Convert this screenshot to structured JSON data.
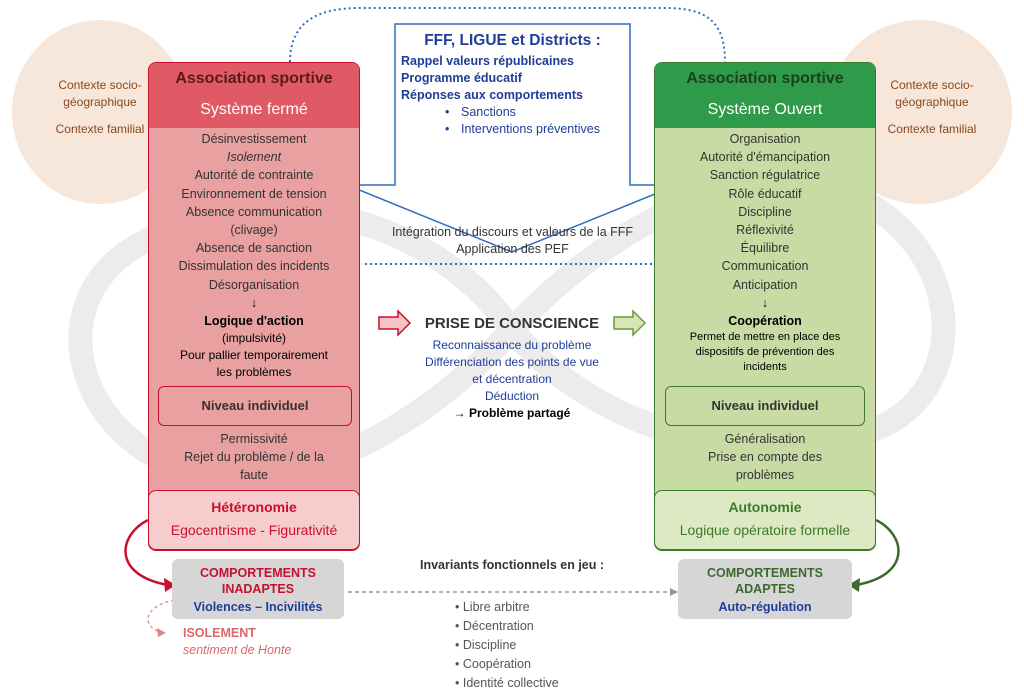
{
  "context_left": [
    "Contexte socio-",
    "géographique",
    "Contexte familial"
  ],
  "context_right": [
    "Contexte socio-",
    "géographique",
    "Contexte familial"
  ],
  "fff": {
    "title": "FFF, LIGUE et Districts :",
    "lines": [
      "Rappel valeurs républicaines",
      "Programme éducatif",
      "Réponses aux comportements"
    ],
    "bullets": [
      "Sanctions",
      "Interventions préventives"
    ],
    "integration": [
      "Intégration du discours et valeurs de la FFF",
      "Application des PEF"
    ]
  },
  "closed": {
    "title": "Association sportive",
    "subtitle": "Système fermé",
    "items": [
      "Désinvestissement",
      "Isolement",
      "Autorité de contrainte",
      "Environnement de tension",
      "Absence communication",
      "(clivage)",
      "Absence de sanction",
      "Dissimulation des incidents",
      "Désorganisation"
    ],
    "arrow": "↓",
    "logic_title": "Logique d'action",
    "logic_items": [
      "(impulsivité)",
      "Pour pallier temporairement",
      "les problèmes"
    ],
    "level": "Niveau individuel",
    "after_items": [
      "Permissivité",
      "Rejet du problème / de la",
      "faute"
    ],
    "foot_title": "Hétéronomie",
    "foot_sub": "Egocentrisme - Figurativité"
  },
  "open": {
    "title": "Association sportive",
    "subtitle": "Système Ouvert",
    "items": [
      "Organisation",
      "Autorité d'émancipation",
      "Sanction régulatrice",
      "Rôle éducatif",
      "Discipline",
      "Réflexivité",
      "Équilibre",
      "Communication",
      "Anticipation"
    ],
    "arrow": "↓",
    "coop_title": "Coopération",
    "coop_items": [
      "Permet de mettre en place des",
      "dispositifs de prévention des",
      "incidents"
    ],
    "level": "Niveau individuel",
    "after_items": [
      "Généralisation",
      "Prise en compte des",
      "problèmes"
    ],
    "foot_title": "Autonomie",
    "foot_sub": "Logique opératoire formelle"
  },
  "center": {
    "title": "PRISE DE CONSCIENCE",
    "items": [
      "Reconnaissance du problème",
      "Différenciation des points de vue",
      "et décentration",
      "Déduction"
    ],
    "shared_arrow": "→",
    "shared": "Problème partagé"
  },
  "bottom_left": {
    "title1": "COMPORTEMENTS",
    "title2": "INADAPTES",
    "sub": "Violences – Incivilités",
    "iso_title": "ISOLEMENT",
    "iso_sub": "sentiment de Honte"
  },
  "bottom_right": {
    "title1": "COMPORTEMENTS",
    "title2": "ADAPTES",
    "sub": "Auto-régulation"
  },
  "invariants": {
    "title": "Invariants fonctionnels en jeu :",
    "items": [
      "Libre arbitre",
      "Décentration",
      "Discipline",
      "Coopération",
      "Identité collective"
    ]
  },
  "colors": {
    "red": "#c8102e",
    "red_fill": "#e8a0a0",
    "red_head": "#e05a66",
    "green": "#3c7a2c",
    "green_fill": "#c9dba4",
    "green_head": "#2e9a4a",
    "blue": "#1f3d99",
    "context": "#8a4a1c"
  }
}
